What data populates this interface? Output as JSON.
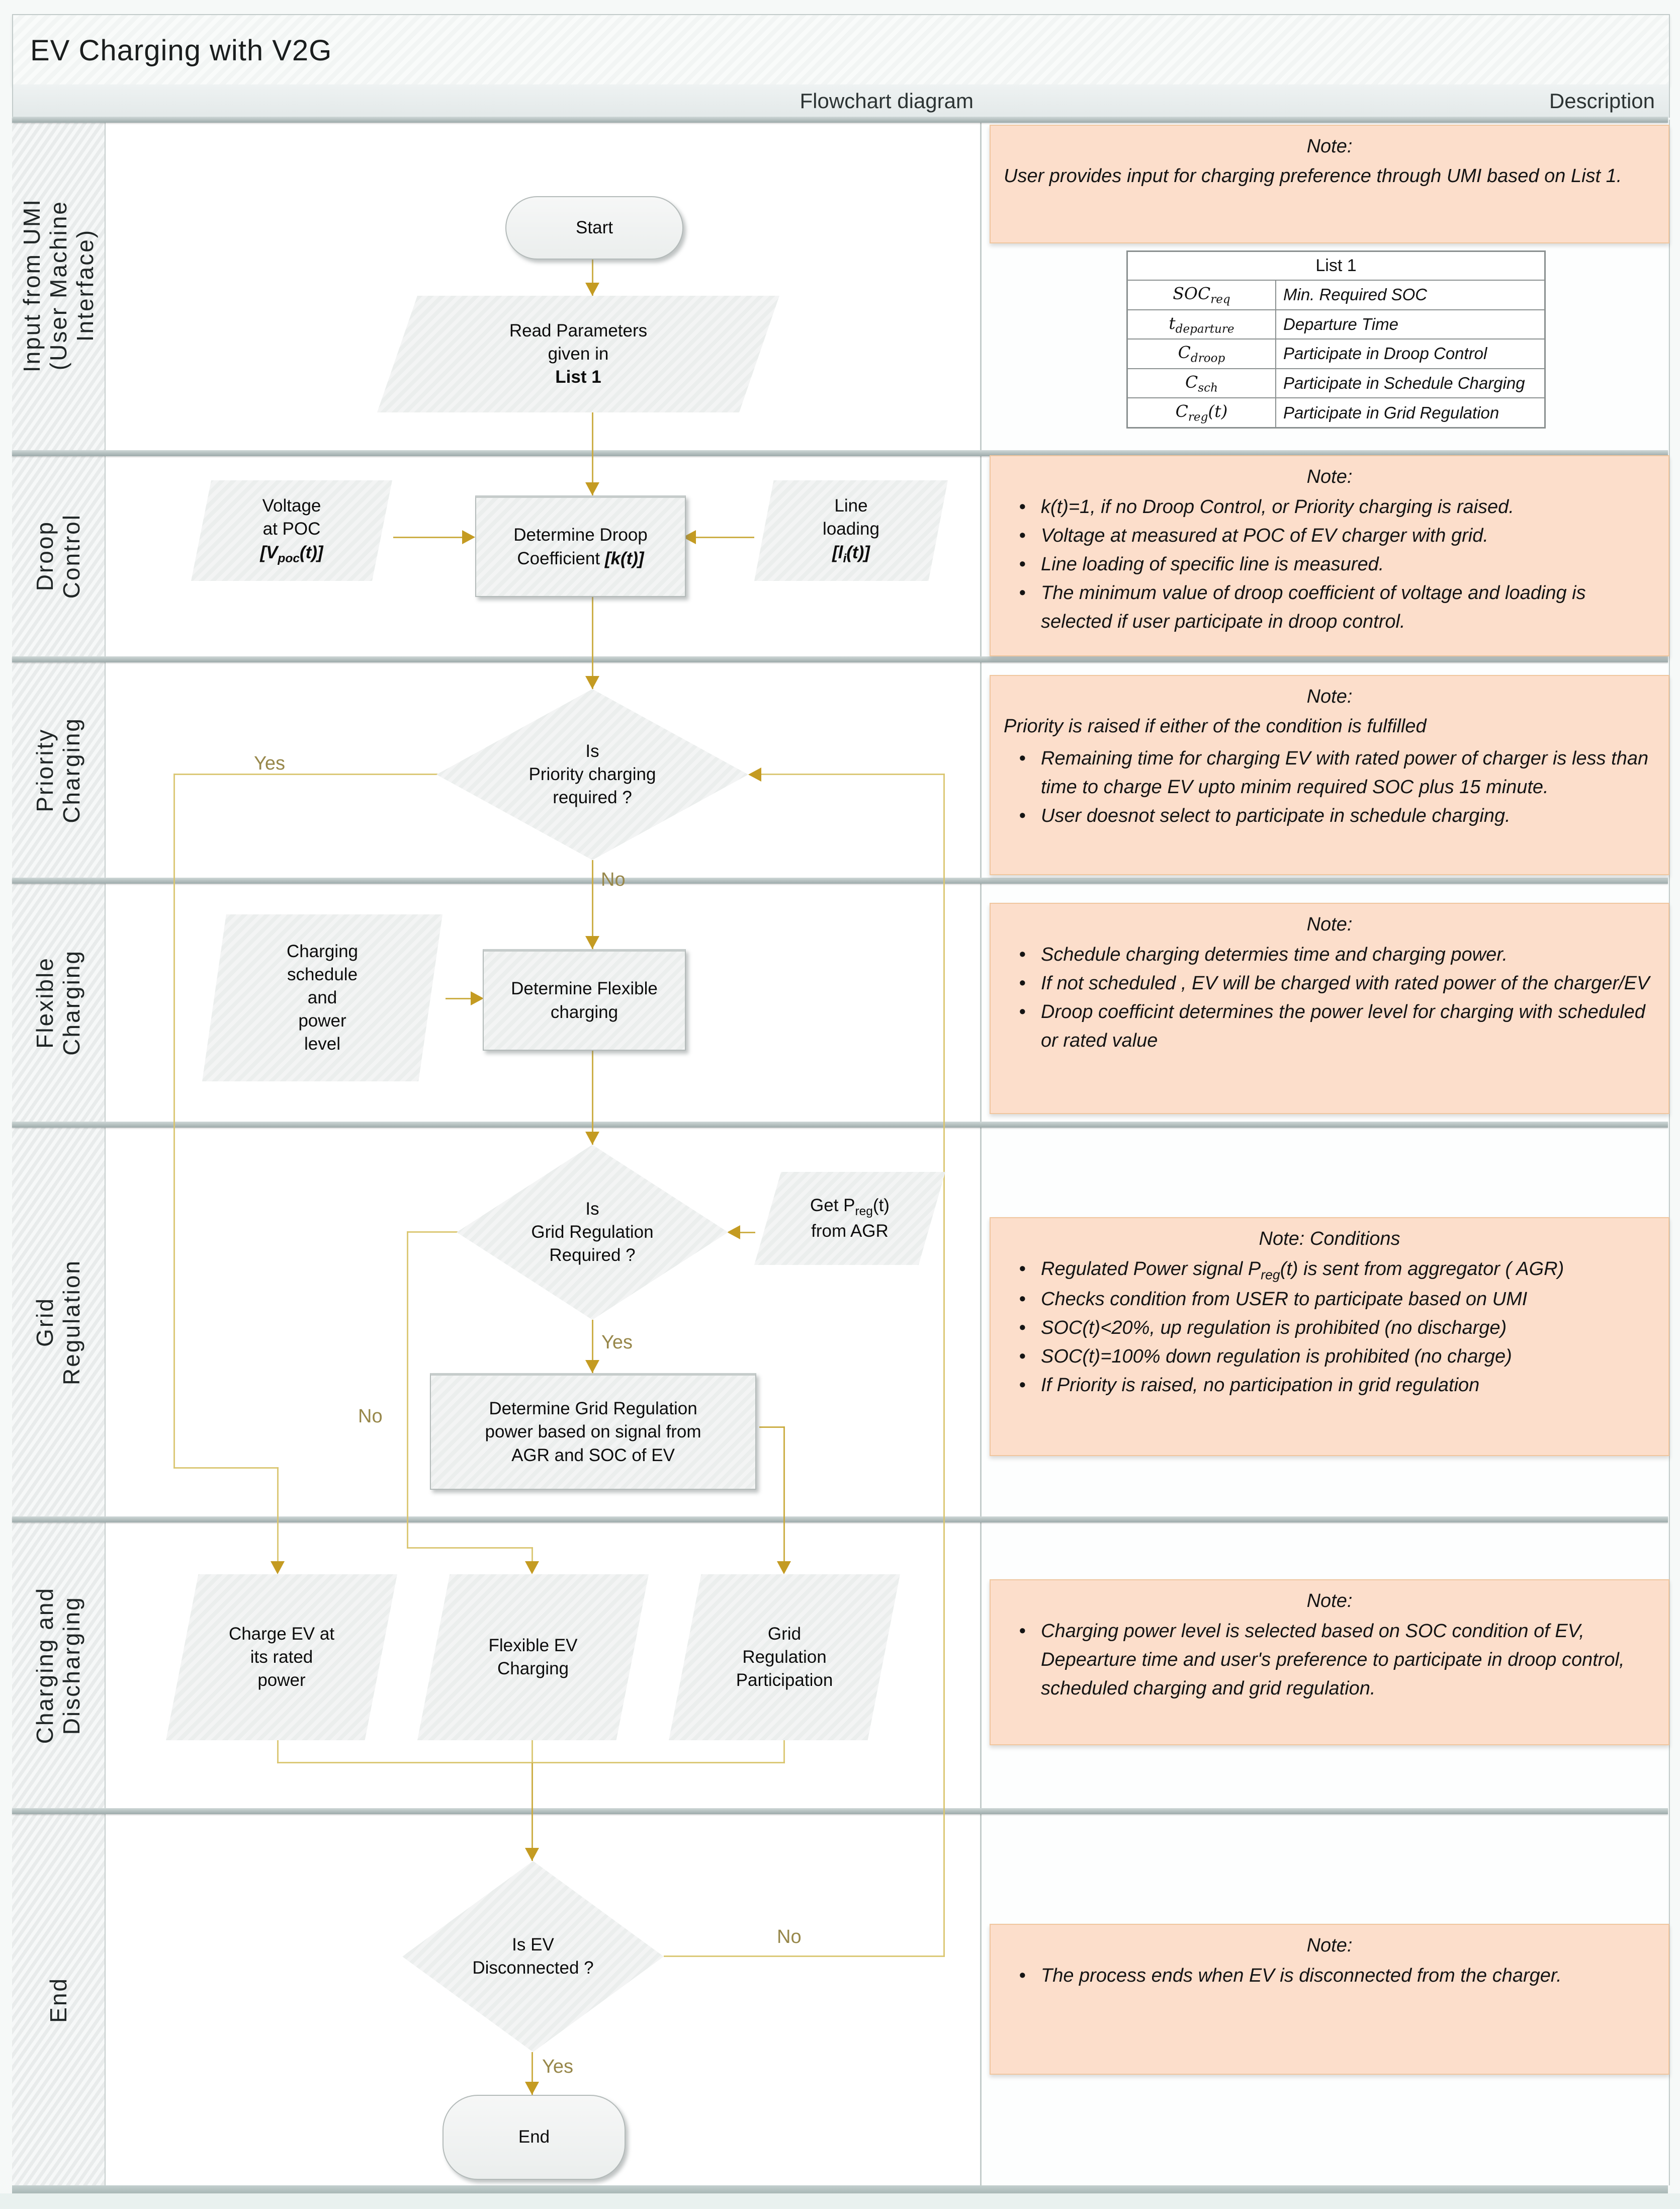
{
  "title": "EV Charging with V2G",
  "columns": {
    "flowchart": "Flowchart diagram",
    "description": "Description"
  },
  "colors": {
    "arrow": "#C9A838",
    "note_bg": "#FCDECB",
    "note_border": "#F0C69E",
    "shape_fill": "#EFF1F0"
  },
  "lanes": [
    {
      "label": "Input from UMI\n(User Machine\nInterface)"
    },
    {
      "label": "Droop\nControl"
    },
    {
      "label": "Priority\nCharging"
    },
    {
      "label": "Flexible\nCharging"
    },
    {
      "label": "Grid\nRegulation"
    },
    {
      "label": "Charging and\nDischarging"
    },
    {
      "label": "End"
    }
  ],
  "flow": {
    "start": "Start",
    "read": {
      "line1": "Read Parameters",
      "line2": "given in",
      "line3": "List 1"
    },
    "voltage": {
      "lines": "Voltage\nat POC",
      "sym_pre": "[V",
      "sym_sub": "poc",
      "sym_post": "(t)]"
    },
    "droop_rect": {
      "line1": "Determine Droop",
      "line2": "Coefficient ",
      "sym": "[k(t)]"
    },
    "line_loading": {
      "lines": "Line\nloading",
      "sym_pre": "[l",
      "sym_sub": "i",
      "sym_post": "(t)]"
    },
    "priority_diamond": "Is\nPriority charging\nrequired ?",
    "sched_par": "Charging\nschedule\nand\npower\nlevel",
    "flex_rect": "Determine Flexible\ncharging",
    "grid_diamond": "Is\nGrid Regulation\nRequired ?",
    "get_preg": {
      "pre": "Get P",
      "sub": "reg",
      "post": "(t)",
      "line2": "from AGR"
    },
    "grid_rect": "Determine Grid Regulation\npower based on signal from\nAGR and SOC of EV",
    "p_rated": "Charge EV at\nits rated\npower",
    "p_flex": "Flexible EV\nCharging",
    "p_grid": "Grid\nRegulation\nParticipation",
    "end_diamond": "Is EV\nDisconnected ?",
    "end": "End"
  },
  "edge_labels": {
    "priority_yes": "Yes",
    "priority_no": "No",
    "grid_yes": "Yes",
    "grid_no": "No",
    "end_yes": "Yes",
    "end_no": "No"
  },
  "notes": {
    "umi": {
      "heading": "Note:",
      "body": "User provides input for charging preference through UMI based on List 1."
    },
    "droop": {
      "heading": "Note:",
      "bullets": [
        "k(t)=1,  if no Droop Control, or Priority charging is raised.",
        "Voltage at measured at POC of EV charger with grid.",
        "Line loading of specific line is measured.",
        "The minimum value of droop coefficient of voltage and loading is selected if user participate in droop control."
      ]
    },
    "priority": {
      "heading": "Note:",
      "intro": "Priority is raised if either of the condition is fulfilled",
      "bullets": [
        "Remaining time for charging EV with rated power of charger is less than time to charge EV upto minim required SOC plus 15 minute.",
        "User doesnot select to participate in schedule charging."
      ]
    },
    "flexible": {
      "heading": "Note:",
      "bullets": [
        "Schedule charging determies time and charging power.",
        "If not scheduled , EV will be charged with rated power of the charger/EV",
        "Droop coefficint determines the power level for charging with scheduled or rated value"
      ]
    },
    "grid": {
      "heading": "Note: Conditions",
      "b1": {
        "pre": "Regulated Power signal P",
        "sub": "reg",
        "post": "(t) is sent from aggregator ( AGR)"
      },
      "bullets": [
        "Checks condition from USER to participate based on UMI",
        "SOC(t)<20%, up regulation is prohibited (no discharge)",
        " SOC(t)=100% down regulation is prohibited (no charge)",
        "If Priority is raised, no participation in grid regulation"
      ]
    },
    "charging": {
      "heading": "Note:",
      "bullets": [
        "Charging power level is selected based on SOC condition of EV, Depearture time and user's preference to participate in droop control, scheduled charging and grid regulation."
      ]
    },
    "end": {
      "heading": "Note:",
      "bullets": [
        "The process ends when EV is disconnected from the charger."
      ]
    }
  },
  "list1": {
    "title": "List 1",
    "rows": [
      {
        "sym_pre": "SOC",
        "sym_sub": "req",
        "sym_post": "",
        "desc": "Min. Required SOC"
      },
      {
        "sym_pre": "t",
        "sym_sub": "departure",
        "sym_post": "",
        "desc": "Departure Time"
      },
      {
        "sym_pre": "C",
        "sym_sub": "droop",
        "sym_post": "",
        "desc": "Participate in Droop Control"
      },
      {
        "sym_pre": "C",
        "sym_sub": "sch",
        "sym_post": "",
        "desc": "Participate in Schedule Charging"
      },
      {
        "sym_pre": "C",
        "sym_sub": "reg",
        "sym_post": "(t)",
        "desc": "Participate in Grid Regulation"
      }
    ]
  }
}
